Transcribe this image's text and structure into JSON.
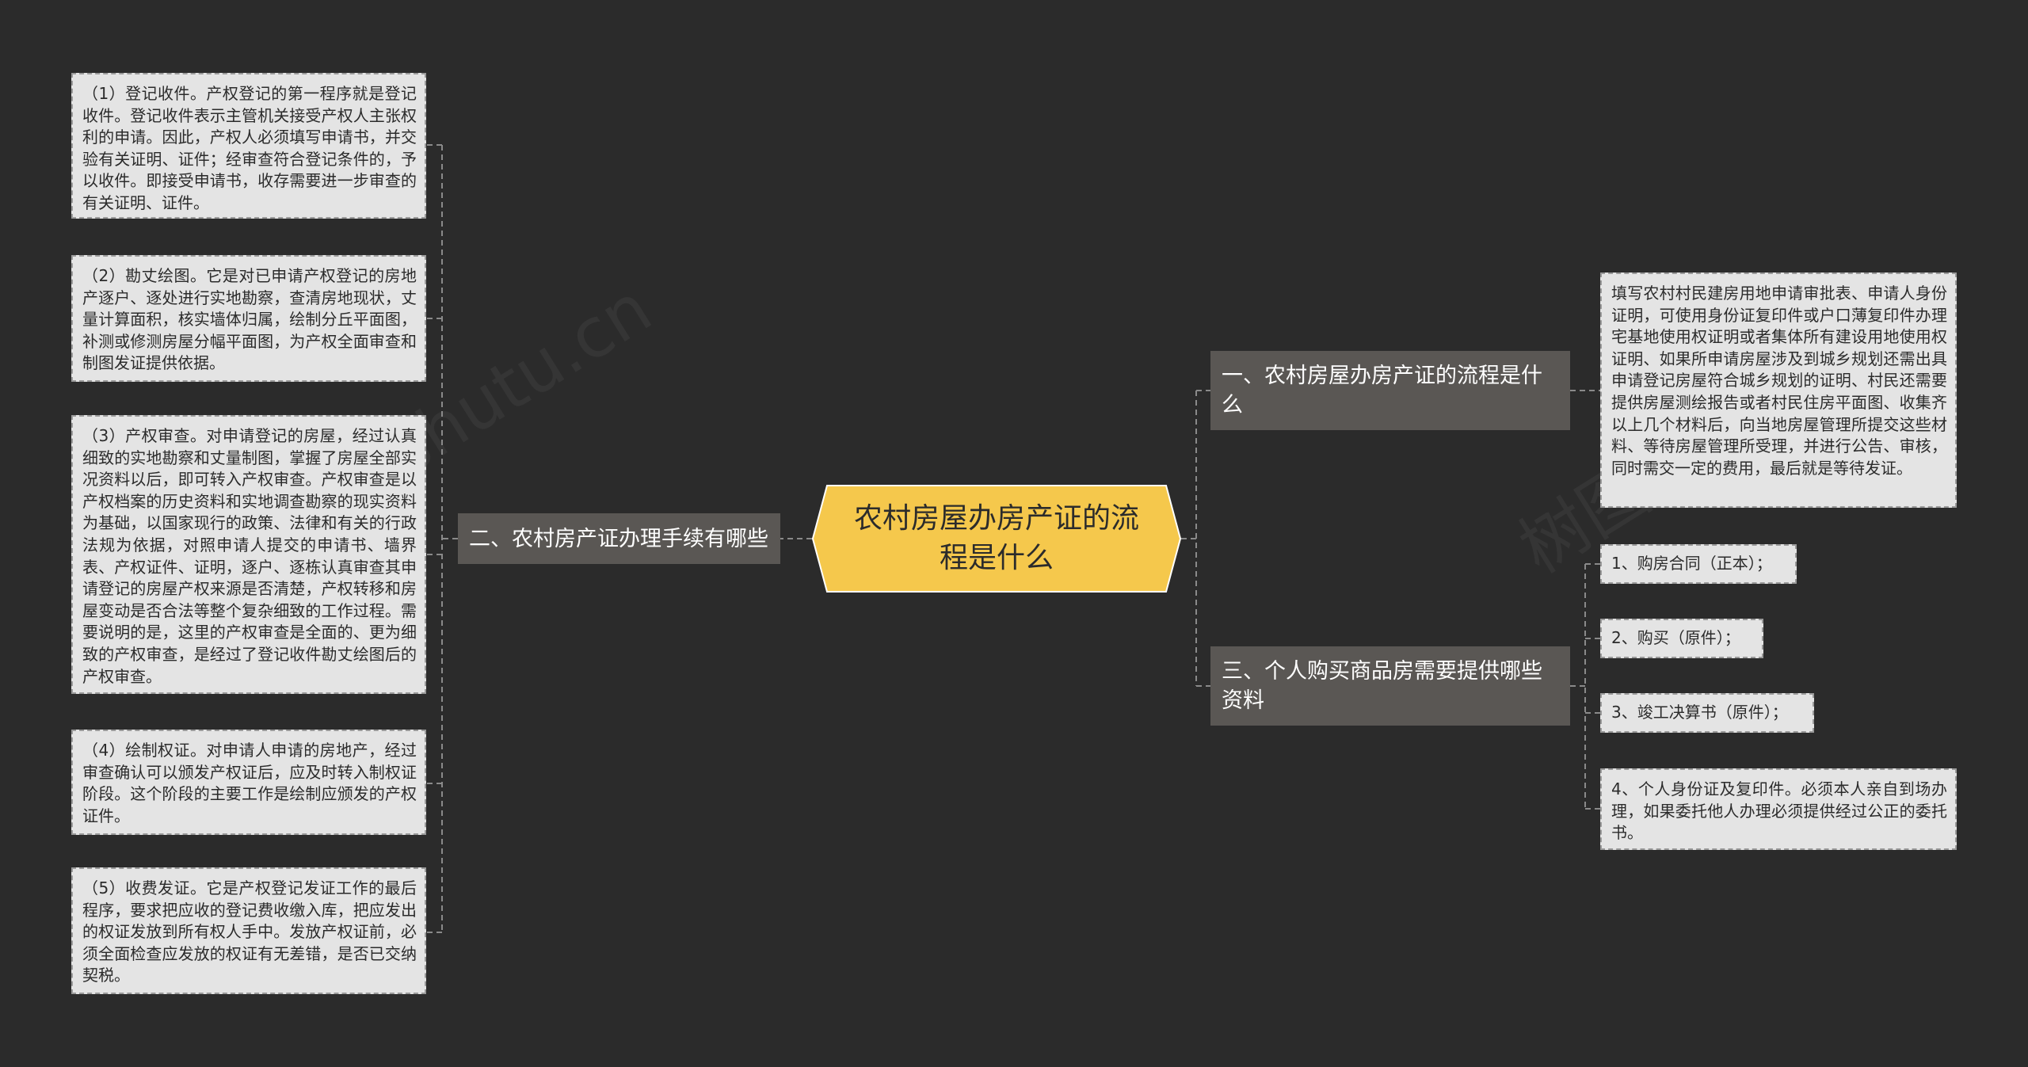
{
  "root": {
    "title": "农村房屋办房产证的流程是什么"
  },
  "branches": {
    "b1": {
      "title": "一、农村房屋办房产证的流程是什么",
      "leaves": [
        "填写农村村民建房用地申请审批表、申请人身份证明，可使用身份证复印件或户口薄复印件办理宅基地使用权证明或者集体所有建设用地使用权证明、如果所申请房屋涉及到城乡规划还需出具申请登记房屋符合城乡规划的证明、村民还需要提供房屋测绘报告或者村民住房平面图、收集齐以上几个材料后，向当地房屋管理所提交这些材料、等待房屋管理所受理，并进行公告、审核，同时需交一定的费用，最后就是等待发证。"
      ]
    },
    "b2": {
      "title": "二、农村房产证办理手续有哪些",
      "leaves": [
        "（1）登记收件。产权登记的第一程序就是登记收件。登记收件表示主管机关接受产权人主张权利的申请。因此，产权人必须填写申请书，并交验有关证明、证件；经审查符合登记条件的，予以收件。即接受申请书，收存需要进一步审查的有关证明、证件。",
        "（2）勘丈绘图。它是对已申请产权登记的房地产逐户、逐处进行实地勘察，查清房地现状，丈量计算面积，核实墙体归属，绘制分丘平面图，补测或修测房屋分幅平面图，为产权全面审查和制图发证提供依据。",
        "（3）产权审查。对申请登记的房屋，经过认真细致的实地勘察和丈量制图，掌握了房屋全部实况资料以后，即可转入产权审查。产权审查是以产权档案的历史资料和实地调查勘察的现实资料为基础，以国家现行的政策、法律和有关的行政法规为依据，对照申请人提交的申请书、墙界表、产权证件、证明，逐户、逐栋认真审查其申请登记的房屋产权来源是否清楚，产权转移和房屋变动是否合法等整个复杂细致的工作过程。需要说明的是，这里的产权审查是全面的、更为细致的产权审查，是经过了登记收件勘丈绘图后的产权审查。",
        "（4）绘制权证。对申请人申请的房地产，经过审查确认可以颁发产权证后，应及时转入制权证阶段。这个阶段的主要工作是绘制应颁发的产权证件。",
        "（5）收费发证。它是产权登记发证工作的最后程序，要求把应收的登记费收缴入库，把应发出的权证发放到所有权人手中。发放产权证前，必须全面检查应发放的权证有无差错，是否已交纳契税。"
      ]
    },
    "b3": {
      "title": "三、个人购买商品房需要提供哪些资料",
      "leaves": [
        "1、购房合同（正本）；",
        "2、购买（原件）；",
        "3、竣工决算书（原件）；",
        "4、个人身份证及复印件。必须本人亲自到场办理，如果委托他人办理必须提供经过公正的委托书。"
      ]
    }
  },
  "watermarks": [
    "shutu.cn",
    "树图 shutu.cn"
  ],
  "colors": {
    "background": "#2b2b2b",
    "root_fill": "#f5c84c",
    "branch_fill": "#5a5754",
    "leaf_fill": "#e4e4e4",
    "connector": "#8a8a8a"
  }
}
